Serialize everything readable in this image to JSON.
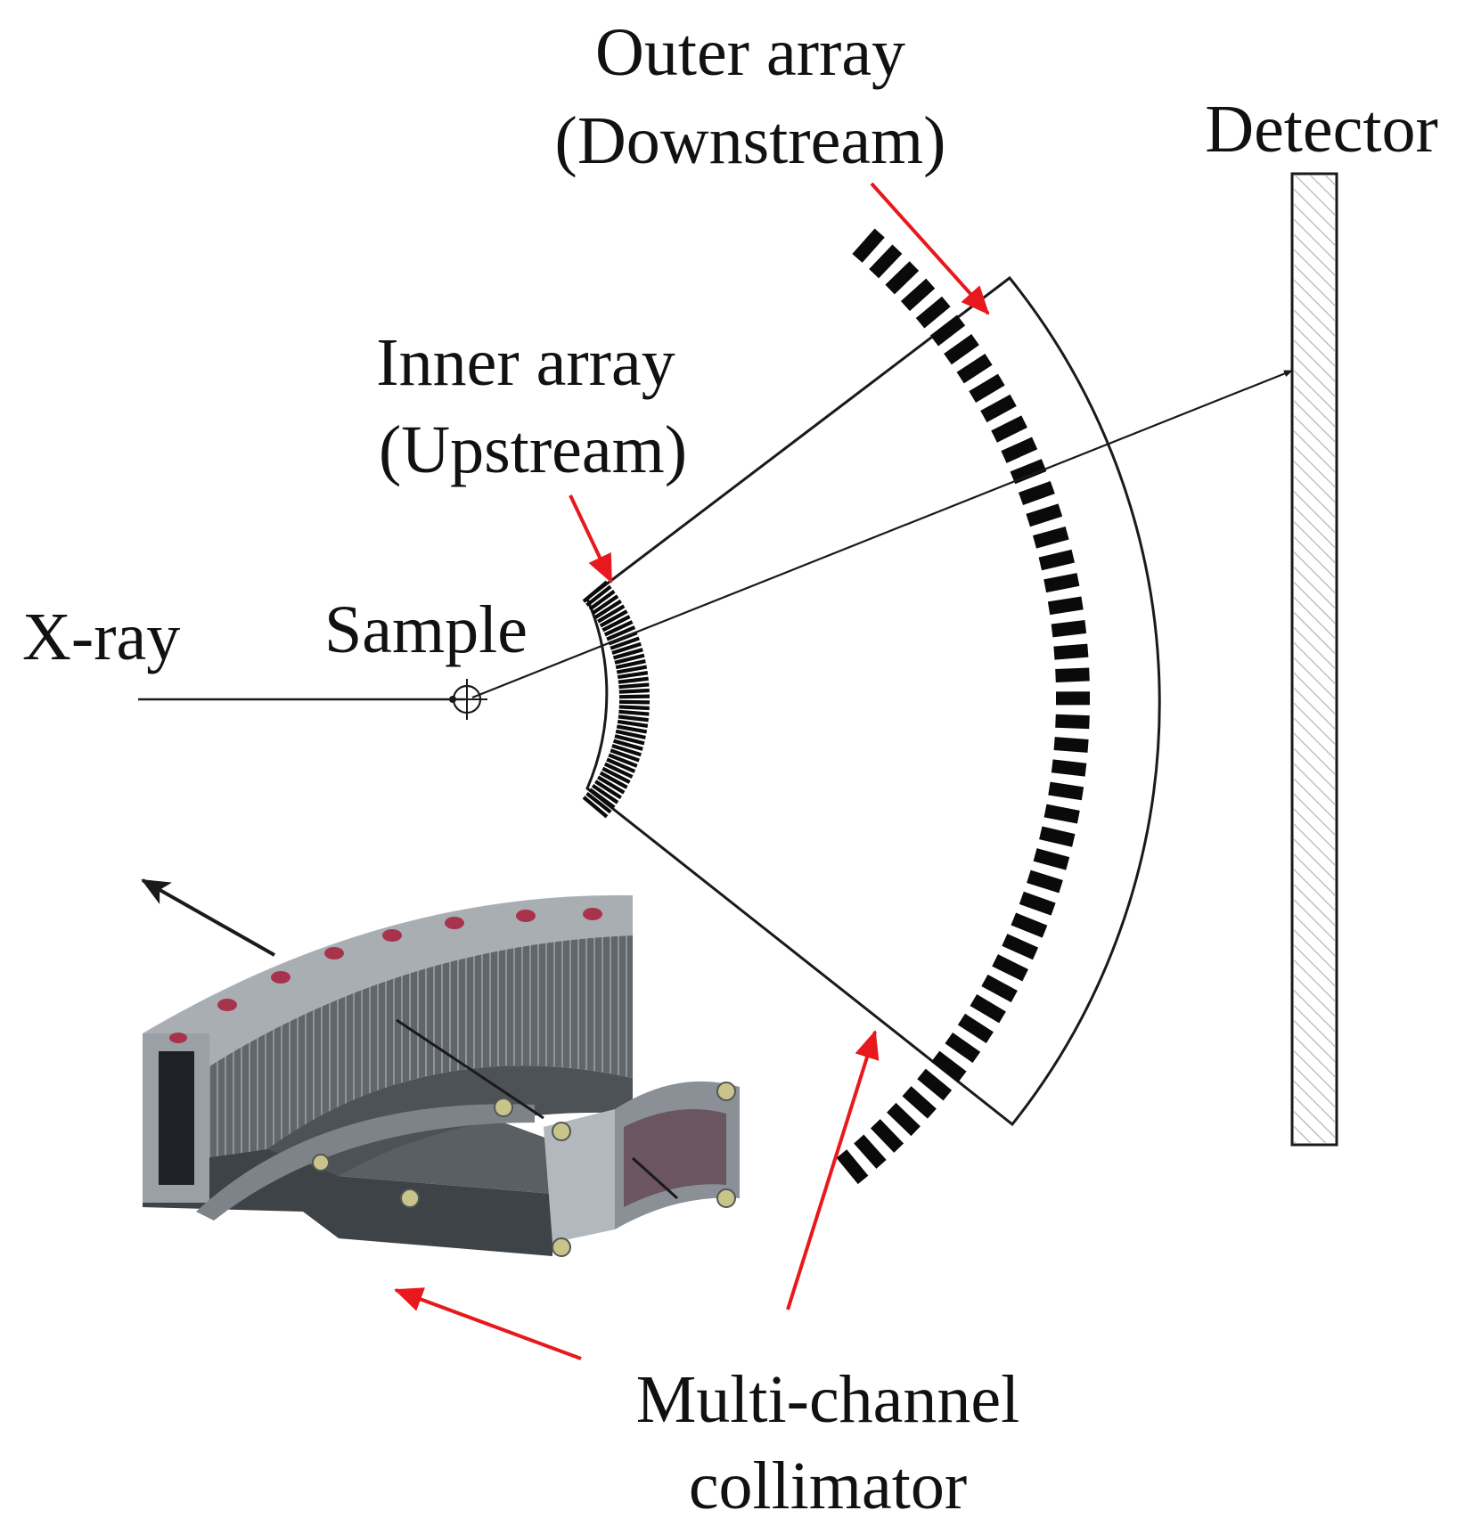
{
  "labels": {
    "outer_array_line1": "Outer array",
    "outer_array_line2": "(Downstream)",
    "detector": "Detector",
    "inner_array_line1": "Inner array",
    "inner_array_line2": "(Upstream)",
    "xray": "X-ray",
    "sample": "Sample",
    "collimator_line1": "Multi-channel",
    "collimator_line2": "collimator"
  },
  "colors": {
    "pointer_arrow": "#e8191d",
    "line": "#1a1a1a",
    "blade": "#0a0a0a",
    "housing_light": "#a9aeb3",
    "housing_dark": "#4d5257",
    "housing_bolt": "#a8334d"
  }
}
